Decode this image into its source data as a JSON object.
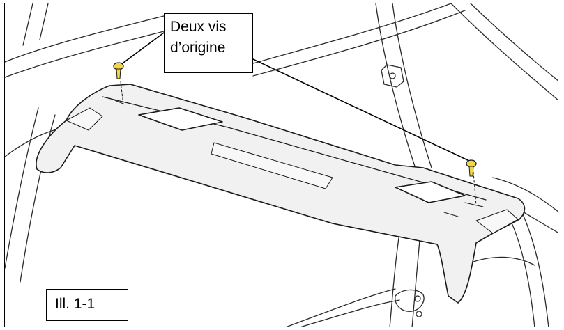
{
  "callout": {
    "line1": "Deux vis",
    "line2": "d’origine"
  },
  "figure": {
    "label": "Ill. 1-1"
  },
  "colors": {
    "line": "#1a1a1a",
    "part_fill": "#f1f1f1",
    "screw": "#f2d64a",
    "background": "#ffffff"
  },
  "icons": [
    "screw-left-icon",
    "screw-right-icon"
  ]
}
